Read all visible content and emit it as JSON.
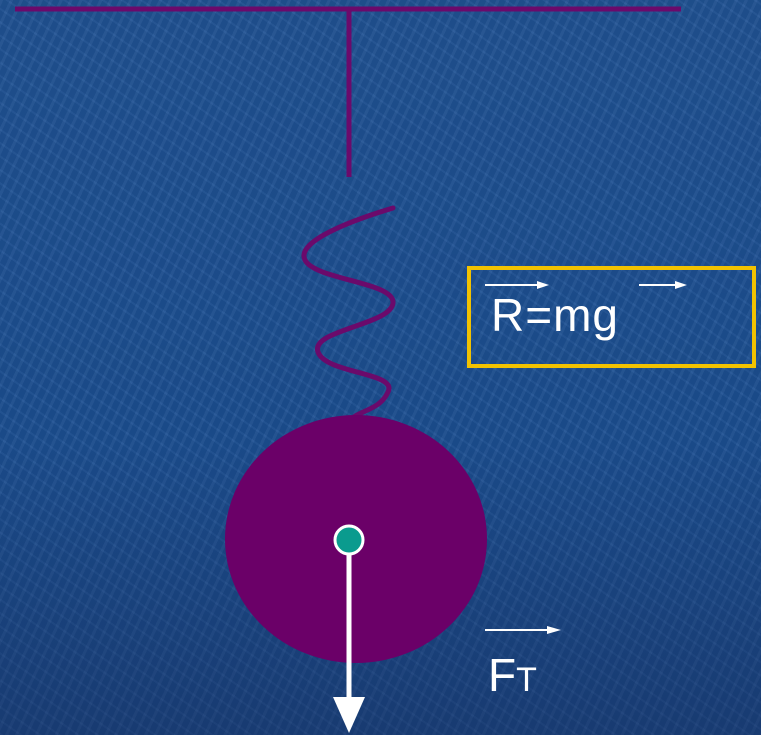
{
  "formula": {
    "text": "R=mg",
    "vector_symbols": [
      "R",
      "mg"
    ],
    "border_color": "#f2c200"
  },
  "force": {
    "symbol": "F",
    "subscript": "T",
    "arrow_color": "#ffffff"
  },
  "colors": {
    "background": "#1c4f92",
    "support": "#6b0a6b",
    "spring": "#6b0a6b",
    "mass": "#6b0068",
    "pivot": "#0a9b8e",
    "text": "#ffffff"
  }
}
